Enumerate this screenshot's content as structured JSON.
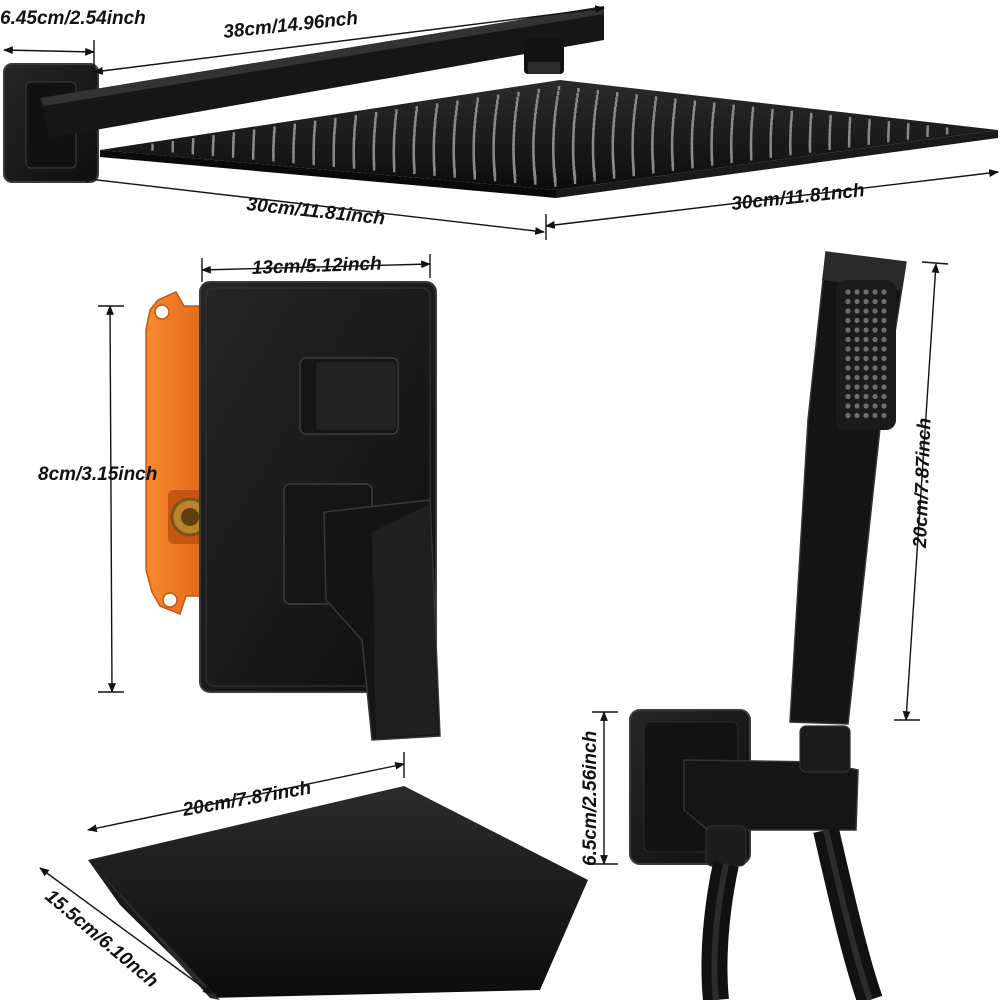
{
  "colors": {
    "fixture": "#141414",
    "fixture_edge": "#2a2a2a",
    "highlight": "#3a3a3a",
    "nozzle": "#8a8a8a",
    "rough_in_box": "#f47a1f",
    "brass": "#b8842e",
    "dimension_line": "#111111",
    "background": "#ffffff"
  },
  "components": {
    "shower_head": {
      "icon": "square-rain-shower-head"
    },
    "shower_arm": {
      "icon": "wall-shower-arm"
    },
    "diverter_valve": {
      "icon": "diverter-valve-trim"
    },
    "rough_in_valve": {
      "icon": "rough-in-valve-box"
    },
    "tub_spout": {
      "icon": "waterfall-tub-spout"
    },
    "hand_shower": {
      "icon": "handheld-shower"
    },
    "wall_elbow": {
      "icon": "wall-elbow-holder"
    },
    "hose": {
      "icon": "shower-hose"
    }
  },
  "dimensions": {
    "flange_width": "6.45cm/2.54inch",
    "arm_length": "38cm/14.96nch",
    "head_width": "30cm/11.81inch",
    "head_depth": "30cm/11.81nch",
    "valve_width": "13cm/5.12inch",
    "valve_height": "8cm/3.15inch",
    "spout_width": "20cm/7.87inch",
    "spout_depth": "15.5cm/6.10nch",
    "hand_shower_length": "20cm/7.87inch",
    "elbow_height": "6.5cm/2.56inch"
  }
}
